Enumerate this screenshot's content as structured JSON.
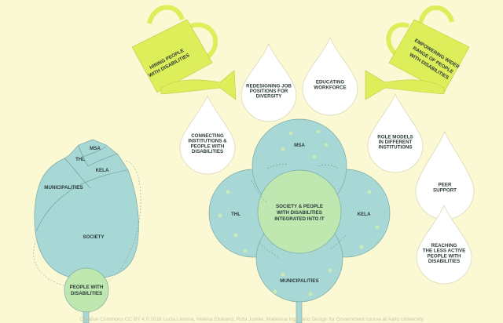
{
  "left_diagram": {
    "layers": [
      "MSA",
      "THL",
      "KELA",
      "MUNICIPALITIES",
      "SOCIETY"
    ],
    "root": [
      "PEOPLE WITH",
      "DISABILITIES"
    ]
  },
  "flower": {
    "center": [
      "SOCIETY & PEOPLE",
      "WITH DISABILITIES",
      "INTEGRATED INTO IT"
    ],
    "petals": [
      "MSA",
      "THL",
      "KELA",
      "MUNICIPALITIES"
    ]
  },
  "watering_cans": [
    {
      "lines": [
        "HIRING PEOPLE",
        "WITH DISABILITIES"
      ]
    },
    {
      "lines": [
        "EMPOWERING WIDER",
        "RANGE OF PEOPLE",
        "WITH DISABILITIES"
      ]
    }
  ],
  "drops": [
    {
      "lines": [
        "REDESIGNING JOB",
        "POSITIONS FOR",
        "DIVERSITY"
      ]
    },
    {
      "lines": [
        "EDUCATING",
        "WORKFORCE"
      ]
    },
    {
      "lines": [
        "CONNECTING",
        "INSTITUTIONS &",
        "PEOPLE WITH",
        "DISABILITIES"
      ]
    },
    {
      "lines": [
        "ROLE MODELS",
        "IN DIFFERENT",
        "INSTITUTIONS"
      ]
    },
    {
      "lines": [
        "PEER",
        "SUPPORT"
      ]
    },
    {
      "lines": [
        "REACHING",
        "THE LESS ACTIVE",
        "PEOPLE WITH",
        "DISABILITIES"
      ]
    }
  ],
  "credit": "Creative Commons CC BY 4.0 2018 Lucia Llerena, Helena Eharand,  Ruta Jumite, Matleena Inget and Design for Government course at Aalto University",
  "colors": {
    "background": "#fbf9d4",
    "petal": "#a8d8d6",
    "center": "#bfe8b0",
    "can": "#dcee5a",
    "drop": "#ffffff"
  }
}
